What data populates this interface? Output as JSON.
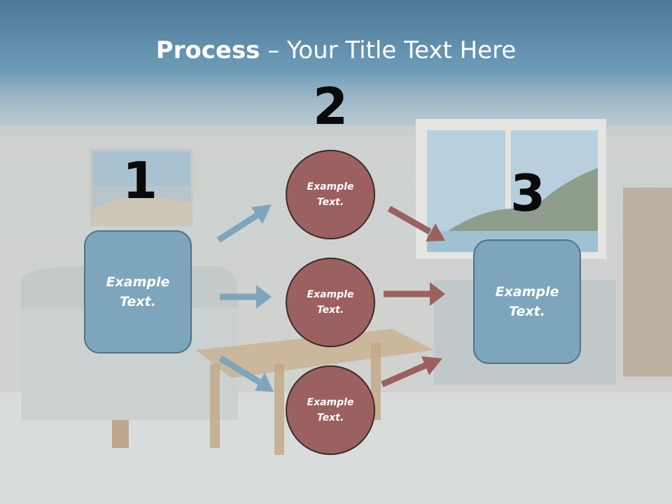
{
  "title": {
    "bold": "Process",
    "rest": " – Your Title Text Here"
  },
  "steps": [
    {
      "number": "1"
    },
    {
      "number": "2"
    },
    {
      "number": "3"
    }
  ],
  "left_box": {
    "text": "Example\nText."
  },
  "circles": [
    {
      "text": "Example\nText."
    },
    {
      "text": "Example\nText."
    },
    {
      "text": "Example\nText."
    }
  ],
  "right_box": {
    "text": "Example\nText."
  },
  "colors": {
    "blue": "#7da5bc",
    "red": "#9b6060",
    "title_band": "#5f8fac"
  }
}
